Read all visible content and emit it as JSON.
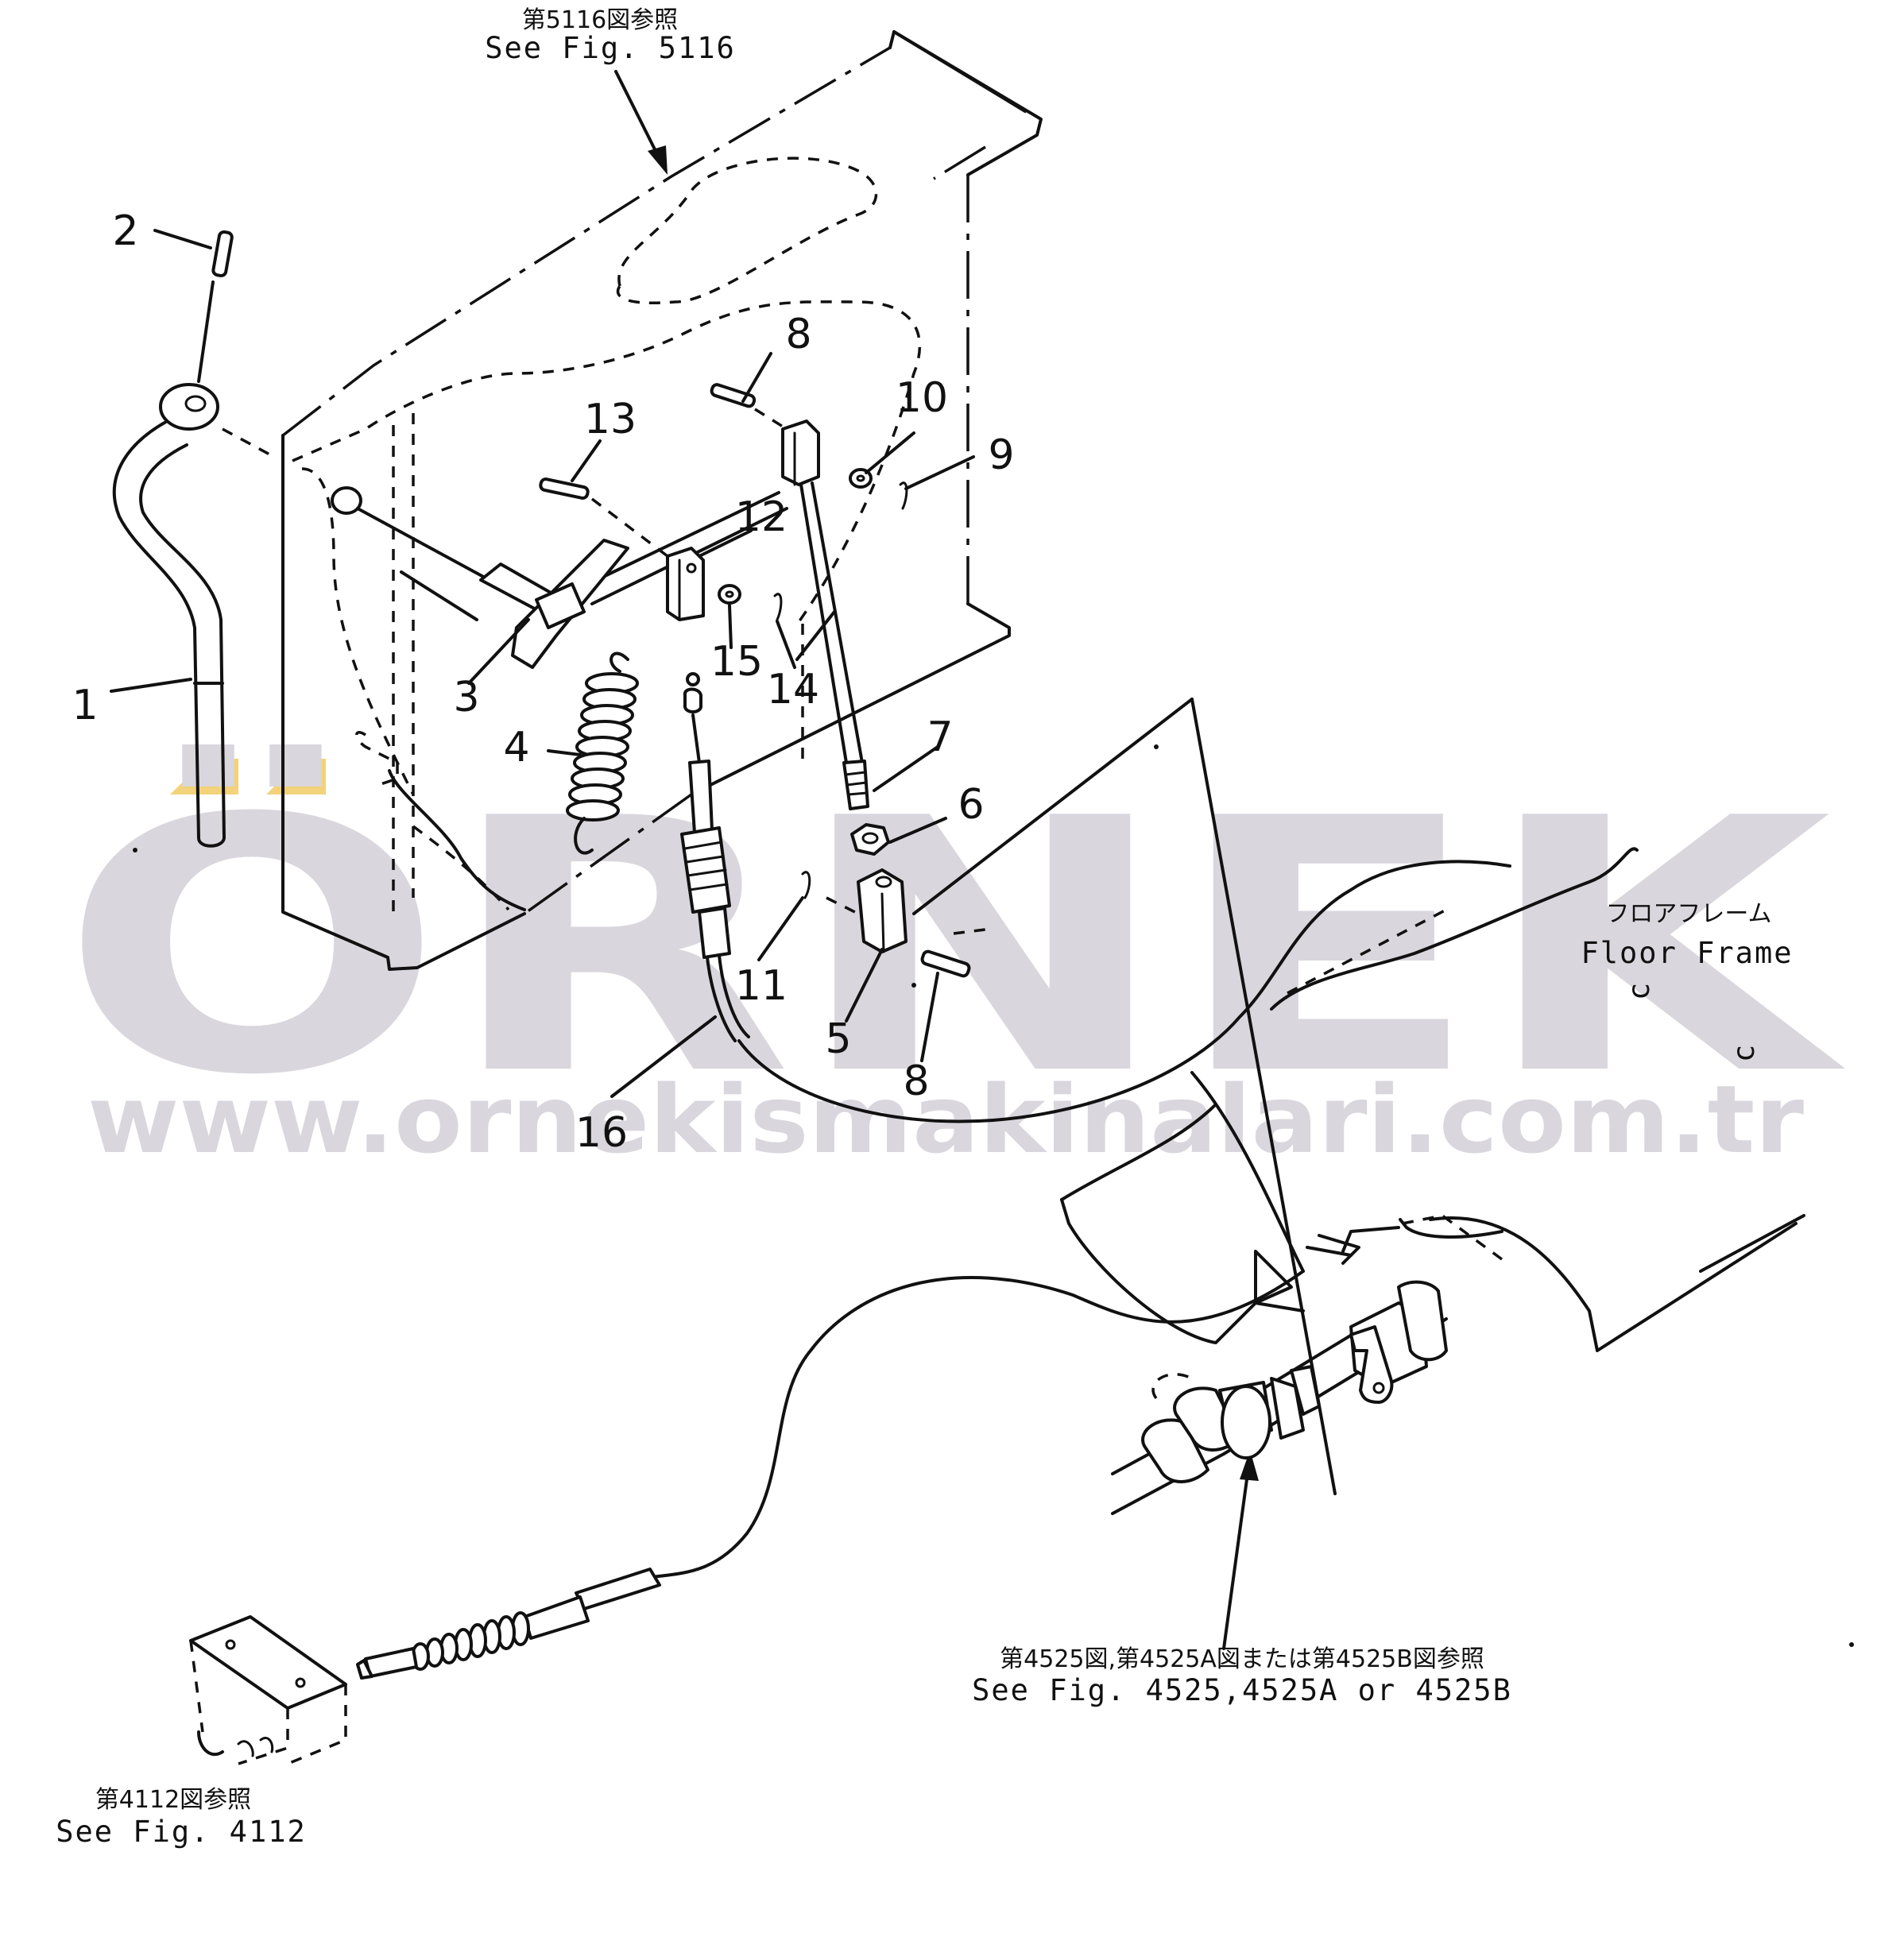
{
  "watermark": {
    "brand": "ÖRNEK",
    "url": "www.ornekismakinalari.com.tr",
    "color": "#d9d6dd",
    "accent": "#f2d27a"
  },
  "references": {
    "top": {
      "jp": "第5116図参照",
      "en": "See Fig. 5116"
    },
    "bottom_right": {
      "jp": "第4525図,第4525A図または第4525B図参照",
      "en": "See Fig. 4525,4525A or 4525B"
    },
    "bottom_left": {
      "jp": "第4112図参照",
      "en": "See Fig. 4112"
    },
    "floor_frame": {
      "jp": "フロアフレーム",
      "en": "Floor Frame"
    }
  },
  "callouts": [
    "1",
    "2",
    "3",
    "4",
    "5",
    "6",
    "7",
    "8",
    "8",
    "9",
    "10",
    "11",
    "12",
    "13",
    "14",
    "15",
    "16"
  ],
  "marks": [
    "c",
    "c"
  ]
}
